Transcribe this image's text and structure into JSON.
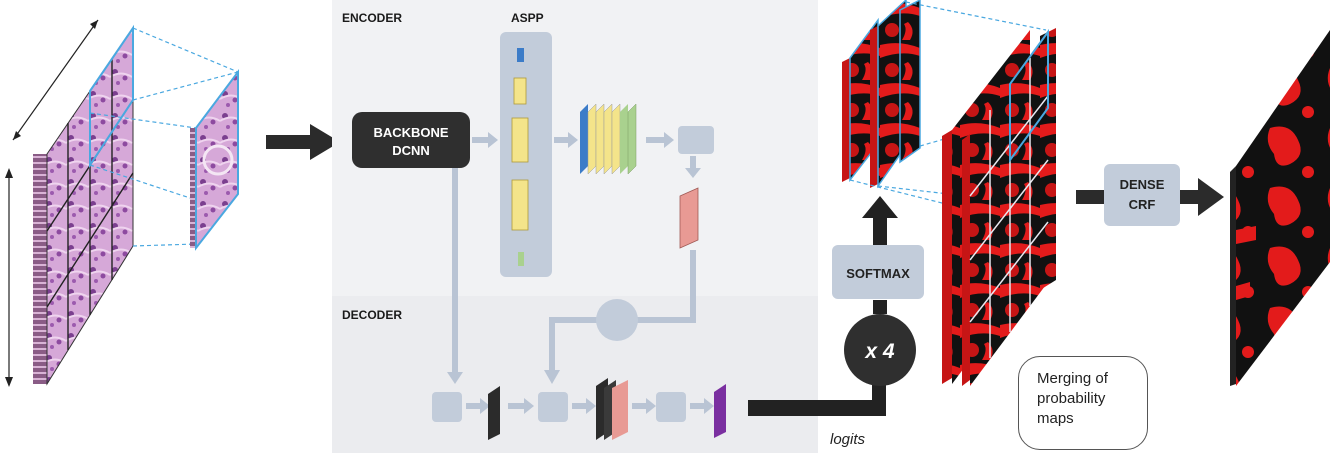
{
  "sections": {
    "encoder": "ENCODER",
    "aspp": "ASPP",
    "decoder": "DECODER"
  },
  "boxes": {
    "backbone_line1": "BACKBONE",
    "backbone_line2": "DCNN",
    "softmax": "SOFTMAX",
    "dense_line1": "DENSE",
    "dense_line2": "CRF",
    "upsample": "x 4"
  },
  "labels": {
    "logits": "logits"
  },
  "note": {
    "line1": "Merging of",
    "line2": "probability",
    "line3": "maps"
  },
  "colors": {
    "panel": "#f1f2f4",
    "module": "#c2ccda",
    "dark_box": "#2f2f2f",
    "heat_red": "#e31b1b",
    "tissue": "#b779b6",
    "tile_edge": "#4aa8e0",
    "feature_blue": "#3c7cc8",
    "feature_yellow": "#f4e48a",
    "feature_green": "#a9d18e",
    "feature_pink": "#e89a94",
    "feature_purple": "#7a2fa0"
  }
}
